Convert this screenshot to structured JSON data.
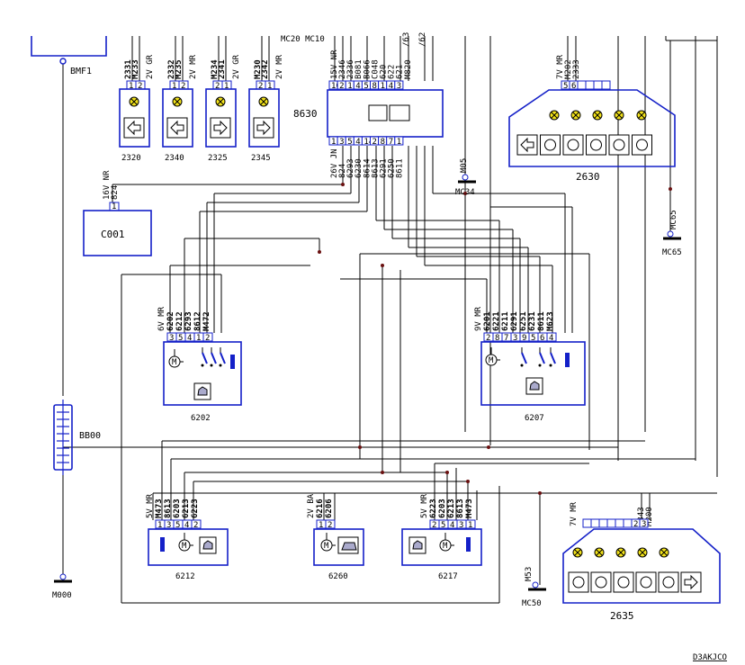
{
  "diagram": {
    "ref": "D3AKJCO",
    "ground_labels": {
      "MC20_MC10": "MC20  MC10"
    },
    "splices": {
      "bmf": "BMF1",
      "bb00": "BB00"
    },
    "grounds": [
      "M000",
      "MC34",
      "MC65",
      "MC50"
    ],
    "ground_tags": [
      "M05",
      "MC65",
      "M53"
    ],
    "main_unit": {
      "code": "8630",
      "top_pins": [
        "10",
        "2",
        "1",
        "4",
        "5",
        "8",
        "1",
        "4",
        "3"
      ],
      "top_wires": [
        "2346",
        "2336",
        "B081",
        "B066",
        "C048",
        "620",
        "622",
        "621",
        "M820"
      ],
      "top_note": "15V NR",
      "bottom_pins": [
        "1",
        "3",
        "5",
        "4",
        "14",
        "2",
        "8",
        "7",
        "1"
      ],
      "bottom_wires": [
        "824",
        "6293",
        "6230",
        "8614",
        "8613",
        "6291",
        "6250",
        "8611"
      ],
      "bottom_note": "26V JN",
      "frag1": "/63",
      "frag2": "/62"
    },
    "lamps": [
      {
        "code": "2320",
        "w1": "2331",
        "w2": "M233",
        "p1": "1",
        "p2": "2",
        "note": "2V GR"
      },
      {
        "code": "2340",
        "w1": "2332",
        "w2": "M235",
        "p1": "1",
        "p2": "2",
        "note": "2V MR"
      },
      {
        "code": "2325",
        "w1": "M234",
        "w2": "2341",
        "p1": "2",
        "p2": "1",
        "note": "2V GR"
      },
      {
        "code": "2345",
        "w1": "M230",
        "w2": "2342",
        "p1": "2",
        "p2": "1",
        "note": "2V MR"
      }
    ],
    "c001": {
      "code": "C001",
      "wire": "824",
      "note": "16V NR",
      "pin": "1"
    },
    "cluster_top": {
      "code": "2630",
      "note": "7V MR",
      "w1": "M202",
      "w2": "2333",
      "p1": "5",
      "p2": "6"
    },
    "cluster_bottom": {
      "code": "2635",
      "note": "7V MR",
      "w1": "2343",
      "w2": "M200",
      "p1": "2",
      "p2": "3"
    },
    "module_6202": {
      "code": "6202",
      "note": "6V MR",
      "pins": [
        "3",
        "5",
        "4",
        "1",
        "2"
      ],
      "wires": [
        "6202",
        "6212",
        "6293",
        "8612",
        "M472"
      ]
    },
    "module_6207": {
      "code": "6207",
      "note": "9V MR",
      "pins": [
        "2",
        "8",
        "7",
        "3",
        "9",
        "5",
        "6",
        "4"
      ],
      "wires": [
        "6201",
        "6221",
        "6211",
        "6291",
        "6251",
        "6231",
        "8611",
        "M623"
      ]
    },
    "module_6212": {
      "code": "6212",
      "note": "5V MR",
      "pins": [
        "1",
        "3",
        "5",
        "4",
        "2"
      ],
      "wires": [
        "M473",
        "8613",
        "6203",
        "6213",
        "6223"
      ]
    },
    "module_6260": {
      "code": "6260",
      "note": "2V BA",
      "pins": [
        "1",
        "2"
      ],
      "wires": [
        "6216",
        "6206"
      ]
    },
    "module_6217": {
      "code": "6217",
      "note": "5V MR",
      "pins": [
        "2",
        "5",
        "4",
        "3",
        "1"
      ],
      "wires": [
        "6223",
        "6203",
        "6213",
        "8613",
        "M473"
      ]
    }
  }
}
